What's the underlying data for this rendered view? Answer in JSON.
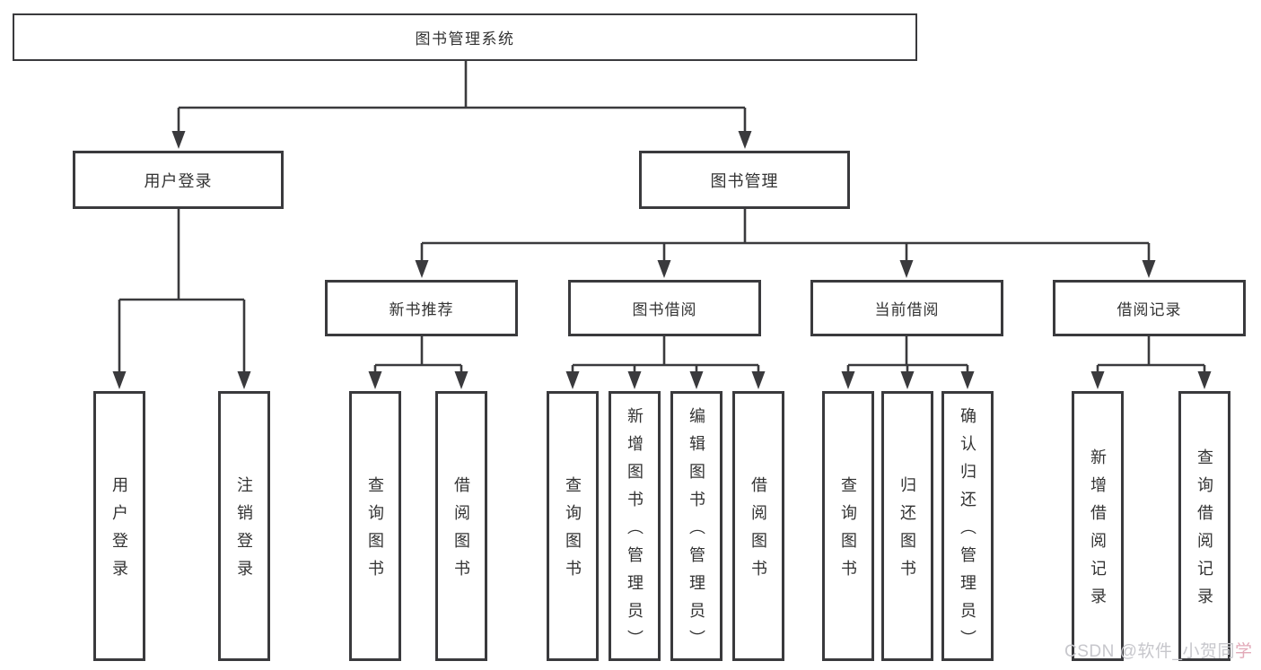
{
  "diagram": {
    "root": "图书管理系统",
    "branches": [
      {
        "label": "用户登录",
        "children": [
          "用户登录",
          "注销登录"
        ]
      },
      {
        "label": "图书管理",
        "sections": [
          {
            "label": "新书推荐",
            "children": [
              "查询图书",
              "借阅图书"
            ]
          },
          {
            "label": "图书借阅",
            "children": [
              "查询图书",
              "新增图书（管理员）",
              "编辑图书（管理员）",
              "借阅图书"
            ]
          },
          {
            "label": "当前借阅",
            "children": [
              "查询图书",
              "归还图书",
              "确认归还（管理员）"
            ]
          },
          {
            "label": "借阅记录",
            "children": [
              "新增借阅记录",
              "查询借阅记录"
            ]
          }
        ]
      }
    ]
  },
  "watermark": {
    "prefix": "CSDN @软件_小贺同",
    "suffix": "学"
  },
  "colors": {
    "line": "#3a3a3d",
    "text": "#333333",
    "background": "#ffffff",
    "watermark_gray": "#c7c7cc",
    "watermark_pink": "#e2a9b8"
  }
}
